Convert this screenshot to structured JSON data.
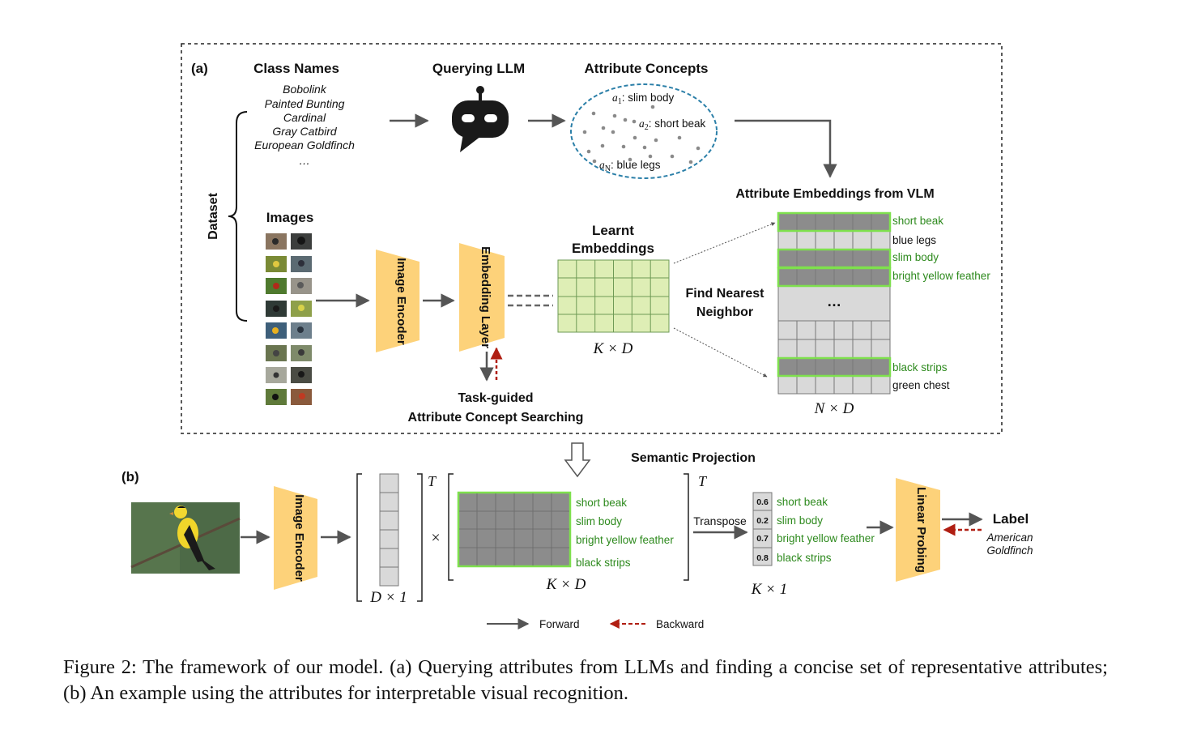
{
  "panel_a": {
    "tag": "(a)",
    "dataset_label": "Dataset",
    "class_names": {
      "heading": "Class Names",
      "items": [
        "Bobolink",
        "Painted Bunting",
        "Cardinal",
        "Gray Catbird",
        "European Goldfinch",
        "…"
      ]
    },
    "querying_llm": "Querying LLM",
    "attribute_concepts": {
      "heading": "Attribute Concepts",
      "items": [
        {
          "var": "a",
          "sub": "1",
          "text": ": slim body"
        },
        {
          "var": "a",
          "sub": "2",
          "text": ": short beak"
        },
        {
          "var": "a",
          "sub": "N",
          "text": ": blue legs"
        }
      ]
    },
    "images_heading": "Images",
    "image_encoder": "Image Encoder",
    "embedding_layer": "Embedding Layer",
    "learnt_embeddings": {
      "line1": "Learnt",
      "line2": "Embeddings",
      "dim": "K × D"
    },
    "find_nearest": {
      "line1": "Find Nearest",
      "line2": "Neighbor"
    },
    "vlm": {
      "heading": "Attribute Embeddings from VLM",
      "rows": [
        {
          "label": "short beak",
          "selected": true
        },
        {
          "label": "blue legs",
          "selected": false
        },
        {
          "label": "slim body",
          "selected": true
        },
        {
          "label": "bright yellow feather",
          "selected": true
        }
      ],
      "ellipsis": "…",
      "bottom_rows": [
        {
          "label": "black strips",
          "selected": true
        },
        {
          "label": "green chest",
          "selected": false
        }
      ],
      "dim": "N × D"
    },
    "task_guided": {
      "line1": "Task-guided",
      "line2": "Attribute Concept Searching"
    }
  },
  "semantic_projection": "Semantic Projection",
  "panel_b": {
    "tag": "(b)",
    "image_encoder": "Image Encoder",
    "vector_dim": "D × 1",
    "transpose_sup": "T",
    "times": "×",
    "matrix_dim": "K × D",
    "matrix_labels": [
      "short beak",
      "slim body",
      "bright yellow feather",
      "black strips"
    ],
    "transpose": "Transpose",
    "scores": [
      {
        "value": "0.6",
        "label": "short beak"
      },
      {
        "value": "0.2",
        "label": "slim body"
      },
      {
        "value": "0.7",
        "label": "bright yellow feather"
      },
      {
        "value": "0.8",
        "label": "black strips"
      }
    ],
    "scores_dim": "K × 1",
    "linear_probing": "Linear Probing",
    "label_heading": "Label",
    "label_value": {
      "line1": "American",
      "line2": "Goldfinch"
    },
    "legend": {
      "forward": "Forward",
      "backward": "Backward"
    }
  },
  "caption": "Figure 2: The framework of our model. (a) Querying attributes from LLMs and finding a concise set of representative attributes; (b) An example using the attributes for interpretable visual recognition.",
  "colors": {
    "encoder": "#fdd27a",
    "embedding_cell": "#deeeb5",
    "selected_border": "#7ee04d",
    "attribute_text": "#2e8a1e",
    "backward_arrow": "#b01e12",
    "concept_ellipse": "#2b7fa8"
  }
}
